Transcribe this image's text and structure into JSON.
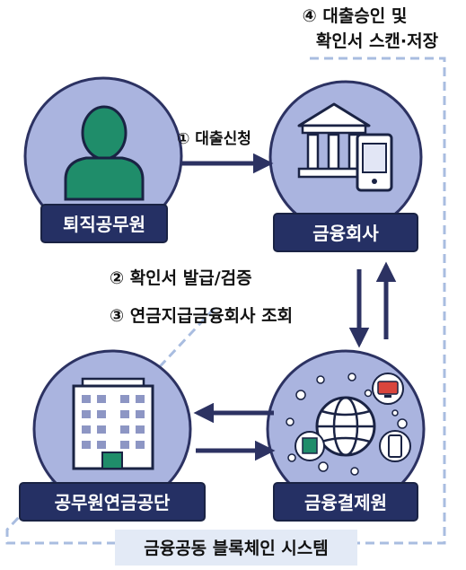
{
  "step4": {
    "line1": "④ 대출승인 및",
    "line2": "확인서 스캔·저장"
  },
  "step1": "① 대출신청",
  "step2": "② 확인서 발급/검증",
  "step3": "③ 연금지급금융회사 조회",
  "nodes": {
    "retiree": "퇴직공무원",
    "finance": "금융회사",
    "pension": "공무원연금공단",
    "settlement": "금융결제원"
  },
  "system": "금융공동 블록체인 시스템",
  "icons": {
    "retiree": "person-icon",
    "finance": "bank-mobile-icon",
    "pension": "office-building-icon",
    "settlement": "network-globe-icon"
  },
  "colors": {
    "circle_fill": "#aab4df",
    "circle_stroke": "#2c3262",
    "label_bg": "#253064",
    "label_text": "#ffffff",
    "arrow": "#2c3262",
    "dashed_border": "#a9bde0",
    "system_bg": "#e3eaf6",
    "person": "#1f8d6a",
    "text": "#111111"
  }
}
